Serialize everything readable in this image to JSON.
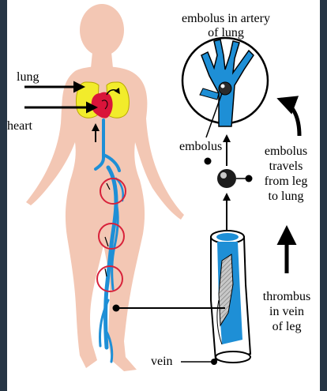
{
  "labels": {
    "lung": "lung",
    "heart": "heart",
    "embolus_artery_line1": "embolus in artery",
    "embolus_artery_line2": "of lung",
    "embolus": "embolus",
    "travels_line1": "embolus",
    "travels_line2": "travels",
    "travels_line3": "from leg",
    "travels_line4": "to lung",
    "thrombus_line1": "thrombus",
    "thrombus_line2": "in vein",
    "thrombus_line3": "of leg",
    "vein": "vein"
  },
  "colors": {
    "page_background": "#263545",
    "panel_background": "#ffffff",
    "body_skin": "#f3c7b4",
    "lung": "#f2ec2b",
    "heart": "#d9143a",
    "vessel": "#1e8fd6",
    "vessel_dark": "#0d5fa8",
    "highlight_circle": "#d8223a",
    "thrombus": "#9a9a9a",
    "outline": "#000000"
  }
}
